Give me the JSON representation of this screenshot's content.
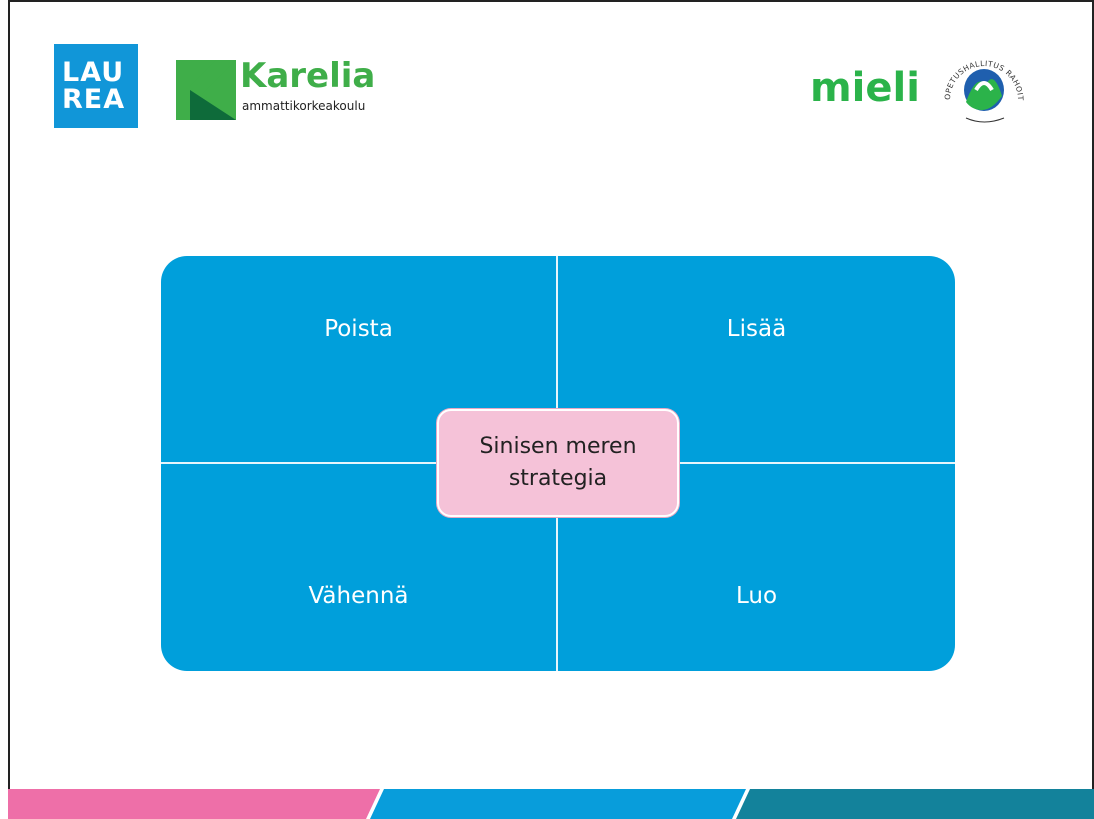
{
  "logos": {
    "laurea": {
      "line1": "LAU",
      "line2": "REA",
      "color": "#1196d8"
    },
    "karelia": {
      "name": "Karelia",
      "sub": "ammattikorkeakoulu",
      "green": "#3fae49",
      "dark": "#0e6b3a"
    },
    "mieli": {
      "word": "mieli",
      "seal_text": "OPETUSHALLITUS RAHOITTAA HANKETTA",
      "green": "#2bb34a",
      "blue": "#1f5fae"
    }
  },
  "diagram": {
    "top_left": "Poista",
    "top_right": "Lisää",
    "bottom_left": "Vähennä",
    "bottom_right": "Luo",
    "center_line1": "Sinisen meren",
    "center_line2": "strategia",
    "fill": "#009fdb",
    "center_fill": "#f5c2d8"
  },
  "footer": {
    "colors": [
      "#ee6fa8",
      "#089ddb",
      "#13829b"
    ]
  }
}
